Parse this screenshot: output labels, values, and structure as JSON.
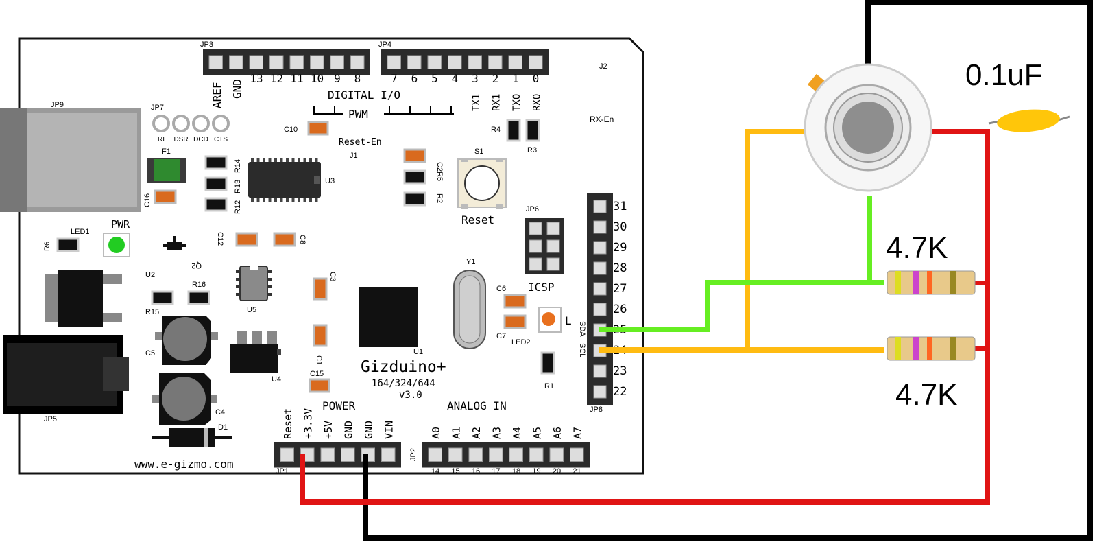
{
  "colors": {
    "board": "#ffffff",
    "outline": "#111111",
    "header": "#2b2b2b",
    "pin": "#dddddd",
    "smd_orange": "#d96a1e",
    "smd_black": "#111111",
    "wire_black": "#000000",
    "wire_red": "#e01414",
    "wire_orange": "#ffbb11",
    "wire_green": "#66ee22",
    "resistor_body": "#e8c98a",
    "capacitor": "#ffc60a"
  },
  "board": {
    "name": "Gizduino+",
    "variants": "164/324/644",
    "version": "v3.0",
    "website": "www.e-gizmo.com",
    "headers": {
      "jp3": "JP3",
      "jp4": "JP4",
      "jp1": "JP1",
      "jp2": "JP2",
      "jp8": "JP8",
      "jp6": "JP6",
      "jp7": "JP7",
      "jp9": "JP9",
      "jp5": "JP5",
      "j1": "J1",
      "j2": "J2"
    },
    "jp3_pins": [
      "AREF",
      "GND",
      "13",
      "12",
      "11",
      "10",
      "9",
      "8"
    ],
    "jp4_pins": [
      "7",
      "6",
      "5",
      "4",
      "3",
      "2",
      "1",
      "0"
    ],
    "jp4_sub": [
      "",
      "",
      "",
      "",
      "TX1",
      "RX1",
      "TXO",
      "RXO"
    ],
    "digital_label": "DIGITAL I/O",
    "pwm_label": "PWM",
    "power_label": "POWER",
    "power_pins": [
      "Reset",
      "+3.3V",
      "+5V",
      "GND",
      "GND",
      "VIN"
    ],
    "analog_label": "ANALOG IN",
    "analog_pins": [
      "A0",
      "A1",
      "A2",
      "A3",
      "A4",
      "A5",
      "A6",
      "A7"
    ],
    "analog_nums": [
      "14",
      "15",
      "16",
      "17",
      "18",
      "19",
      "20",
      "21"
    ],
    "jp8_pins": [
      "31",
      "30",
      "29",
      "28",
      "27",
      "26",
      "25",
      "24",
      "23",
      "22"
    ],
    "sda": "SDA",
    "scl": "SCL",
    "jp7_pins": [
      "RI",
      "DSR",
      "DCD",
      "CTS"
    ],
    "rx_en": "RX-En",
    "reset_en": "Reset-En",
    "reset": "Reset",
    "icsp": "ICSP",
    "pwr": "PWR",
    "led_l": "L",
    "components": {
      "c10": "C10",
      "c2": "C2",
      "c3": "C3",
      "c1": "C1",
      "c15": "C15",
      "c6": "C6",
      "c7": "C7",
      "c8": "C8",
      "c12": "C12",
      "c16": "C16",
      "c5": "C5",
      "c4": "C4",
      "r2": "R2",
      "r3": "R3",
      "r4": "R4",
      "r5": "R5",
      "r6": "R6",
      "r12": "R12",
      "r13": "R13",
      "r14": "R14",
      "r15": "R15",
      "r16": "R16",
      "r1": "R1",
      "u1": "U1",
      "u2": "U2",
      "u3": "U3",
      "u4": "U4",
      "u5": "U5",
      "q2": "Q2",
      "y1": "Y1",
      "s1": "S1",
      "f1": "F1",
      "d1": "D1",
      "led1": "LED1",
      "led2": "LED2"
    }
  },
  "external": {
    "capacitor_label": "0.1uF",
    "resistor_top_label": "4.7K",
    "resistor_bottom_label": "4.7K"
  }
}
